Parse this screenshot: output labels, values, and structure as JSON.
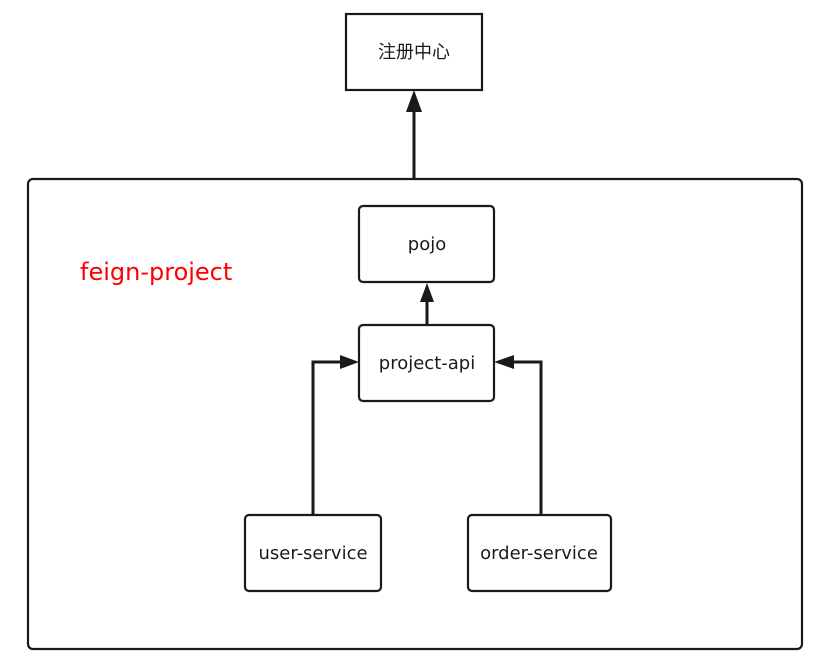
{
  "diagram": {
    "group": {
      "label": "feign-project",
      "label_color": "#ff0000"
    },
    "nodes": {
      "registry": "注册中心",
      "pojo": "pojo",
      "project_api": "project-api",
      "user_service": "user-service",
      "order_service": "order-service"
    },
    "edges": [
      {
        "from": "user-service",
        "to": "project-api"
      },
      {
        "from": "order-service",
        "to": "project-api"
      },
      {
        "from": "project-api",
        "to": "pojo"
      },
      {
        "from": "feign-project",
        "to": "注册中心"
      }
    ],
    "colors": {
      "stroke": "#1a1a1a",
      "background": "#ffffff"
    }
  }
}
